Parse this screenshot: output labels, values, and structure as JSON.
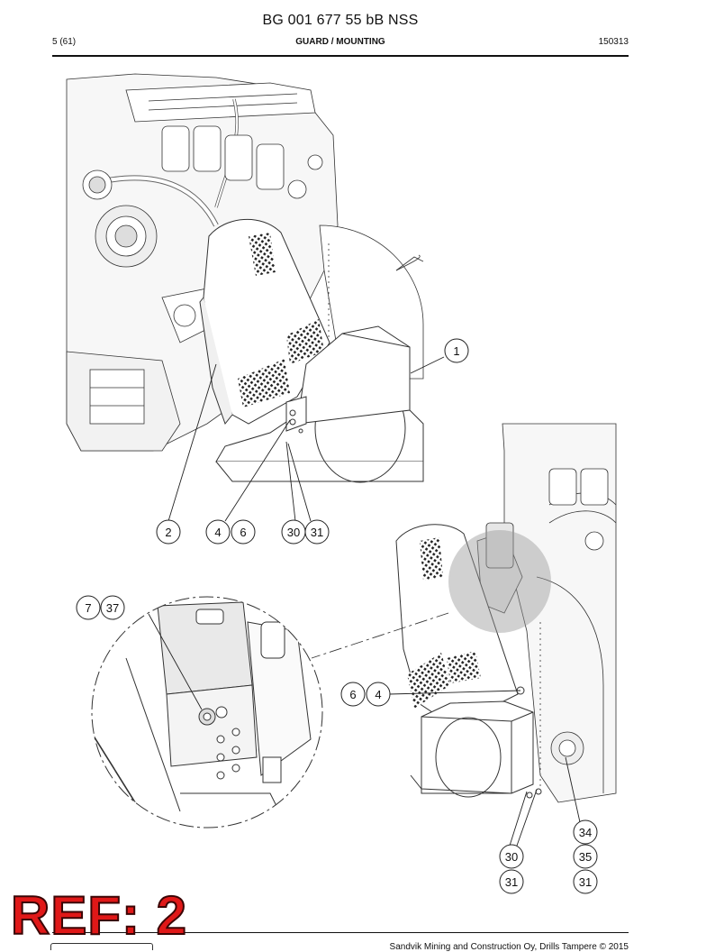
{
  "header": {
    "doc_title": "BG 001 677 55 bB NSS",
    "page": "5 (61)",
    "section": "GUARD / MOUNTING",
    "date": "150313"
  },
  "footer": {
    "copyright": "Sandvik Mining and Construction Oy, Drills Tampere © 2015"
  },
  "stamp": {
    "label": "REF: 2",
    "color": "#e01818"
  },
  "callouts": {
    "c1": "1",
    "c2": "2",
    "c4a": "4",
    "c6a": "6",
    "c30a": "30",
    "c31a": "31",
    "c7": "7",
    "c37": "37",
    "c6b": "6",
    "c4b": "4",
    "c34": "34",
    "c35": "35",
    "c31c": "31",
    "c30b": "30",
    "c31b": "31"
  }
}
